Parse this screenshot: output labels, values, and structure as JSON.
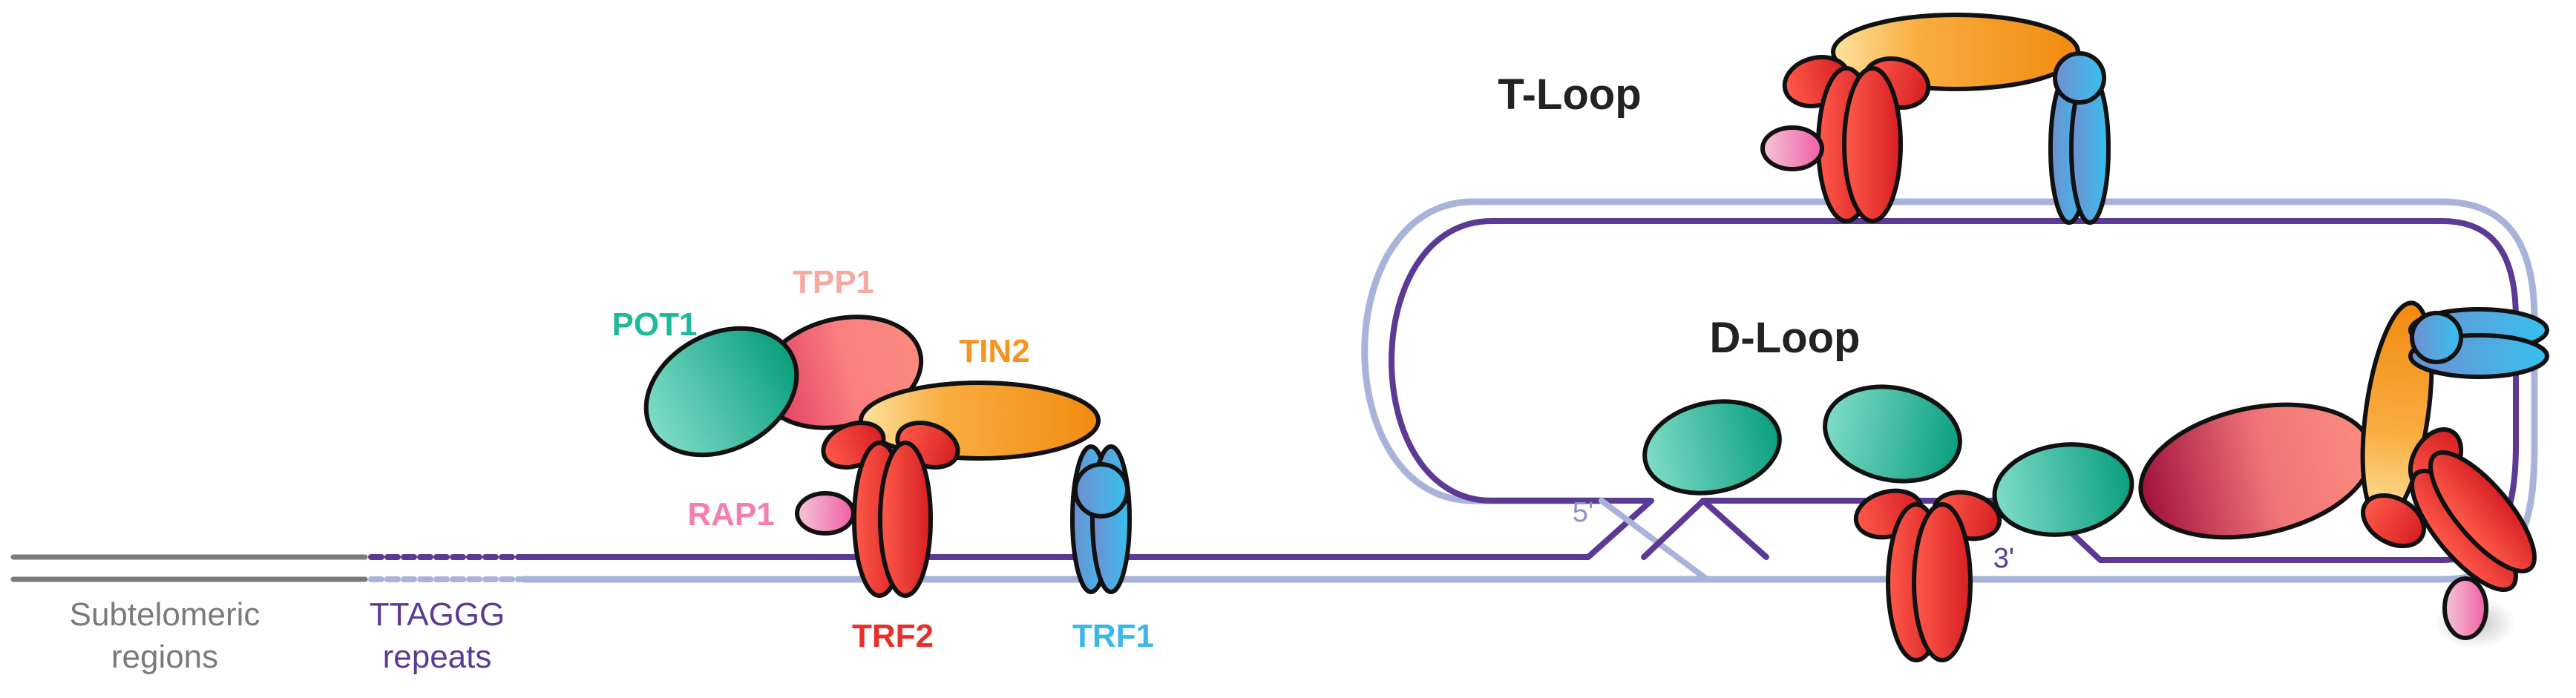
{
  "labels": {
    "subtelomeric_line1": "Subtelomeric",
    "subtelomeric_line2": "regions",
    "repeats_line1": "TTAGGG",
    "repeats_line2": "repeats",
    "pot1": "POT1",
    "tpp1": "TPP1",
    "tin2": "TIN2",
    "rap1": "RAP1",
    "trf2": "TRF2",
    "trf1": "TRF1",
    "t_loop": "T-Loop",
    "d_loop": "D-Loop",
    "five_prime": "5'",
    "three_prime": "3'"
  },
  "colors": {
    "pot1": "#1fb89a",
    "tpp1": "#f08080",
    "tin2": "#f7931e",
    "rap1": "#f47eb2",
    "trf2": "#e8302a",
    "trf1": "#3cb8e6",
    "dna_dark": "#5b3a96",
    "dna_light": "#a9b3da",
    "subtelomeric": "#7a7a7a"
  }
}
